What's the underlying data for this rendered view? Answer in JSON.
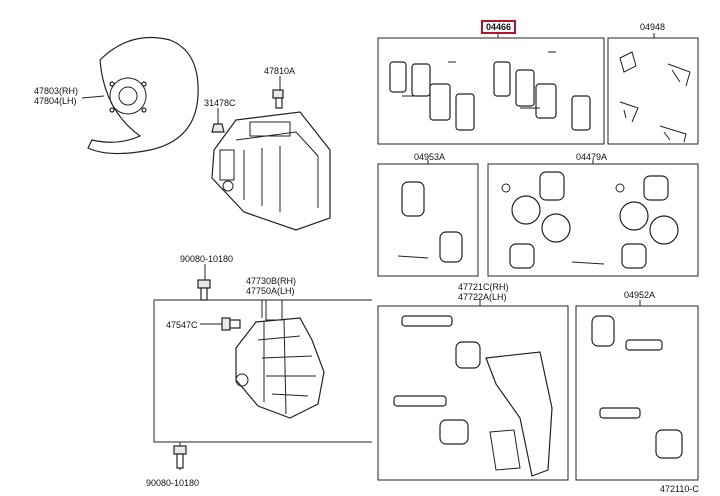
{
  "callouts": {
    "p47803_47804": "47803(RH)\n47804(LH)",
    "p47810a": "47810A",
    "p31478c": "31478C",
    "p04466": "04466",
    "p04948": "04948",
    "p04953a": "04953A",
    "p04479a": "04479A",
    "p90080_top": "90080-10180",
    "p47730b_47750a": "47730B(RH)\n47750A(LH)",
    "p47547c": "47547C",
    "p47721c_47722a": "47721C(RH)\n47722A(LH)",
    "p04952a": "04952A",
    "p90080_bottom": "90080-10180",
    "figure_code": "472110-C"
  },
  "colors": {
    "highlight_border": "#b0152b",
    "line": "#222222"
  }
}
